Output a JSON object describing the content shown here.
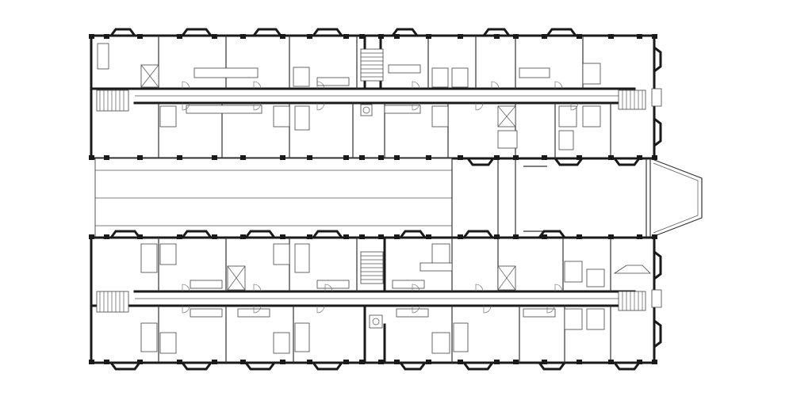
{
  "drawing": {
    "stroke_color": "#1a1a1a",
    "background_color": "#ffffff",
    "wings": [
      "north-wing",
      "south-wing"
    ],
    "features": [
      "guest-rooms",
      "bay-windows",
      "corridors",
      "stairs",
      "elevators",
      "bathrooms",
      "central-atrium",
      "chapel-apse"
    ]
  }
}
